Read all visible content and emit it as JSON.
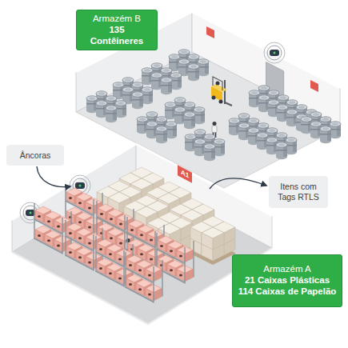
{
  "diagram": {
    "nodes": [
      {
        "text": [
          "Armazém B",
          "135 Contêineres"
        ]
      },
      {
        "text": [
          "Âncoras"
        ]
      },
      {
        "text": [
          "Itens com Tags RTLS"
        ]
      },
      {
        "text": [
          "Armazém A",
          "21 Caixas Plásticas",
          "114 Caixas de Papelão"
        ]
      }
    ],
    "edges": [],
    "labels": [
      "A1"
    ]
  }
}
